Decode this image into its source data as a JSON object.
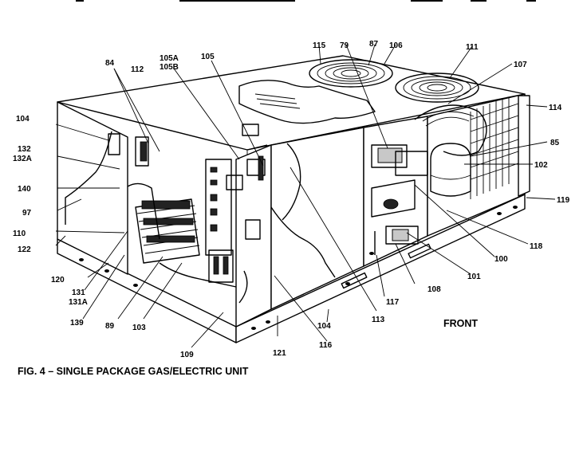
{
  "figure": {
    "caption": "FIG. 4 – SINGLE PACKAGE GAS/ELECTRIC UNIT",
    "orientation_label": "FRONT"
  },
  "callouts": [
    {
      "id": "c-115",
      "text": "115"
    },
    {
      "id": "c-79",
      "text": "79"
    },
    {
      "id": "c-87",
      "text": "87"
    },
    {
      "id": "c-106",
      "text": "106"
    },
    {
      "id": "c-111",
      "text": "111"
    },
    {
      "id": "c-107",
      "text": "107"
    },
    {
      "id": "c-114",
      "text": "114"
    },
    {
      "id": "c-85",
      "text": "85"
    },
    {
      "id": "c-102",
      "text": "102"
    },
    {
      "id": "c-119",
      "text": "119"
    },
    {
      "id": "c-118",
      "text": "118"
    },
    {
      "id": "c-100",
      "text": "100"
    },
    {
      "id": "c-101",
      "text": "101"
    },
    {
      "id": "c-108",
      "text": "108"
    },
    {
      "id": "c-117",
      "text": "117"
    },
    {
      "id": "c-113",
      "text": "113"
    },
    {
      "id": "c-116",
      "text": "116"
    },
    {
      "id": "c-121",
      "text": "121"
    },
    {
      "id": "c-104b",
      "text": "104"
    },
    {
      "id": "c-109",
      "text": "109"
    },
    {
      "id": "c-103",
      "text": "103"
    },
    {
      "id": "c-89",
      "text": "89"
    },
    {
      "id": "c-139",
      "text": "139"
    },
    {
      "id": "c-131",
      "text": "131"
    },
    {
      "id": "c-131A",
      "text": "131A"
    },
    {
      "id": "c-120",
      "text": "120"
    },
    {
      "id": "c-122",
      "text": "122"
    },
    {
      "id": "c-110",
      "text": "110"
    },
    {
      "id": "c-97",
      "text": "97"
    },
    {
      "id": "c-140",
      "text": "140"
    },
    {
      "id": "c-132",
      "text": "132"
    },
    {
      "id": "c-132A",
      "text": "132A"
    },
    {
      "id": "c-104a",
      "text": "104"
    },
    {
      "id": "c-84",
      "text": "84"
    },
    {
      "id": "c-112",
      "text": "112"
    },
    {
      "id": "c-105A",
      "text": "105A"
    },
    {
      "id": "c-105B",
      "text": "105B"
    },
    {
      "id": "c-105",
      "text": "105"
    }
  ]
}
